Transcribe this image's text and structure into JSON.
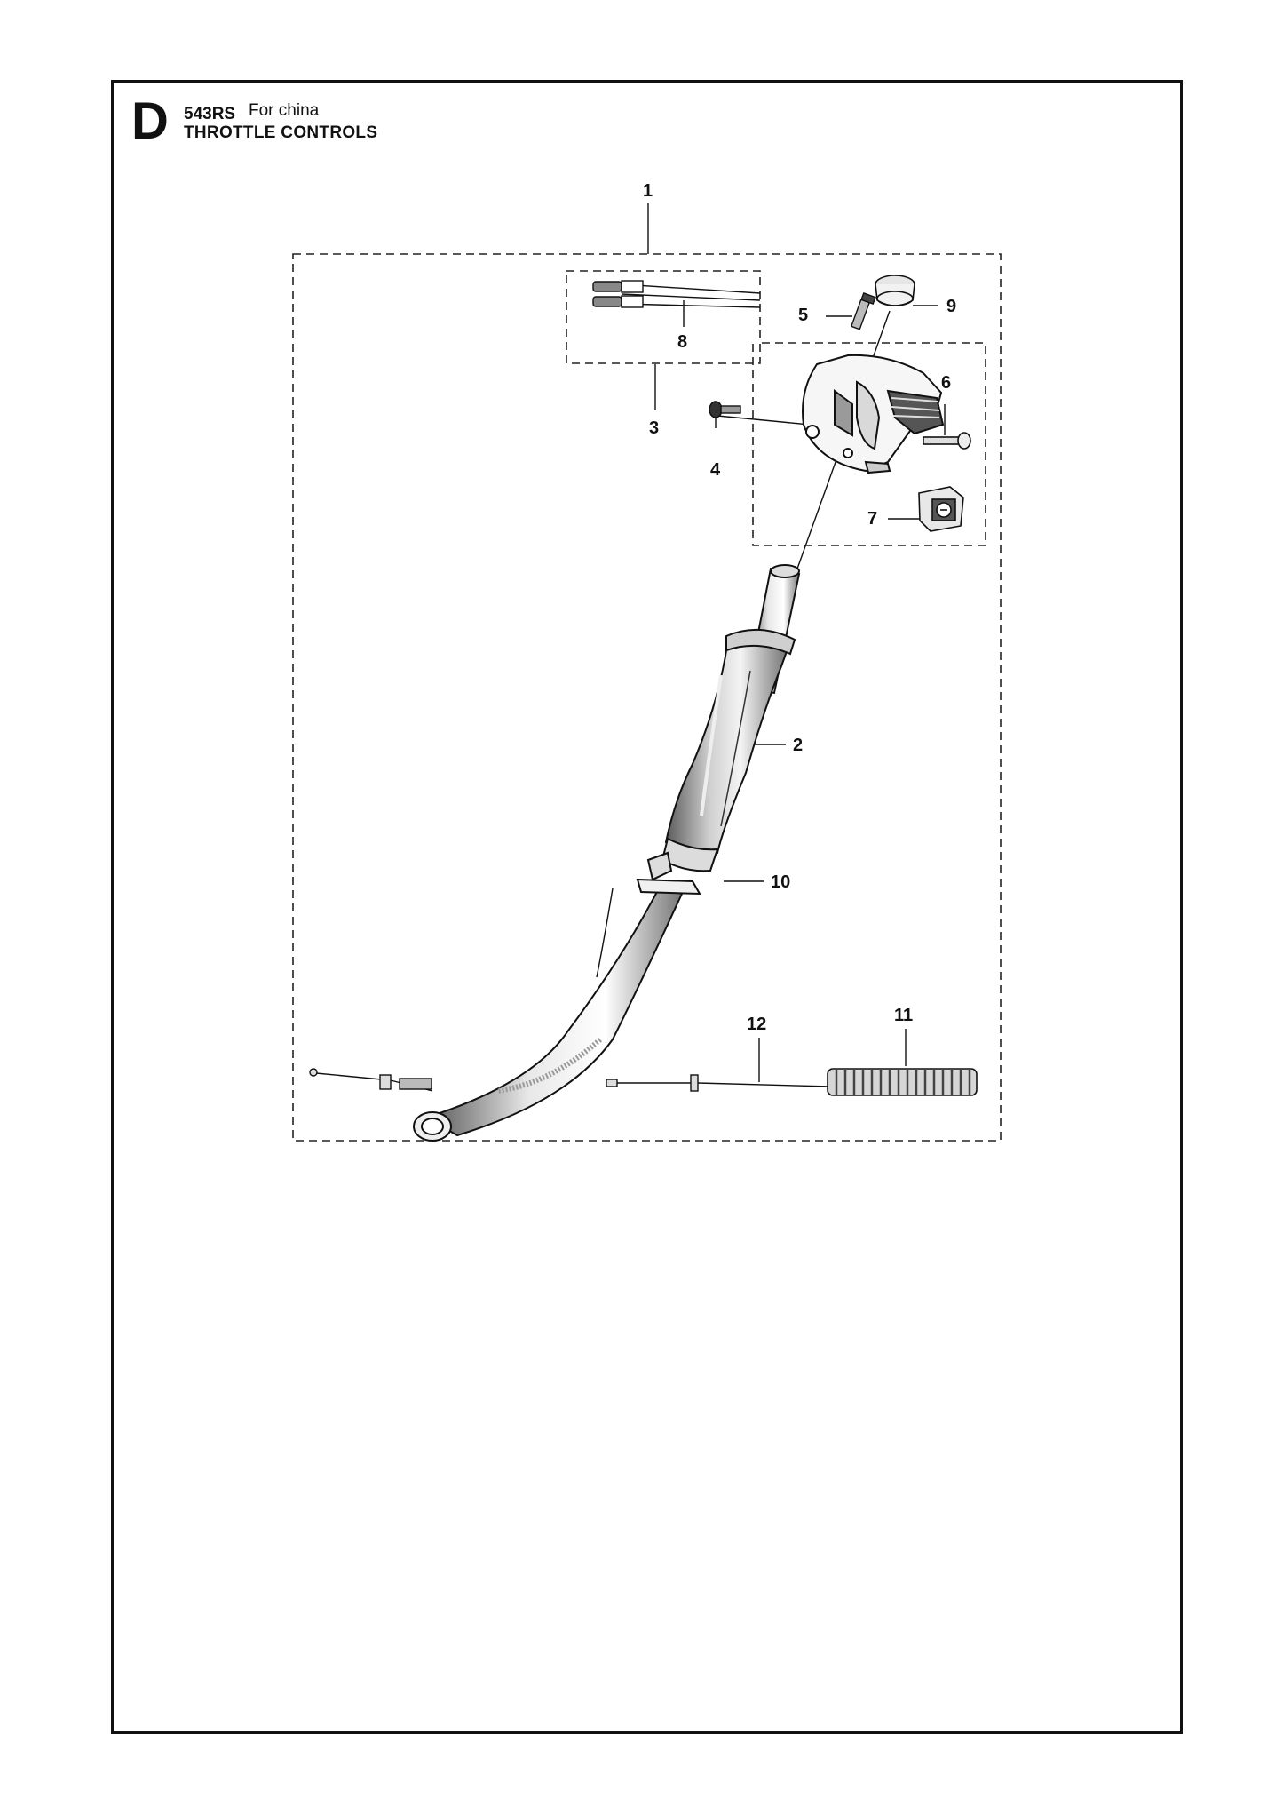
{
  "header": {
    "section_letter": "D",
    "model": "543RS",
    "market": "For china",
    "title": "THROTTLE CONTROLS"
  },
  "callouts": [
    {
      "id": "1",
      "label": "1"
    },
    {
      "id": "2",
      "label": "2"
    },
    {
      "id": "3",
      "label": "3"
    },
    {
      "id": "4",
      "label": "4"
    },
    {
      "id": "5",
      "label": "5"
    },
    {
      "id": "6",
      "label": "6"
    },
    {
      "id": "7",
      "label": "7"
    },
    {
      "id": "8",
      "label": "8"
    },
    {
      "id": "9",
      "label": "9"
    },
    {
      "id": "10",
      "label": "10"
    },
    {
      "id": "11",
      "label": "11"
    },
    {
      "id": "12",
      "label": "12"
    }
  ],
  "colors": {
    "line": "#111111",
    "part_fill": "#ffffff",
    "part_shade": "#bdbdbd",
    "part_dark": "#3a3a3a"
  }
}
